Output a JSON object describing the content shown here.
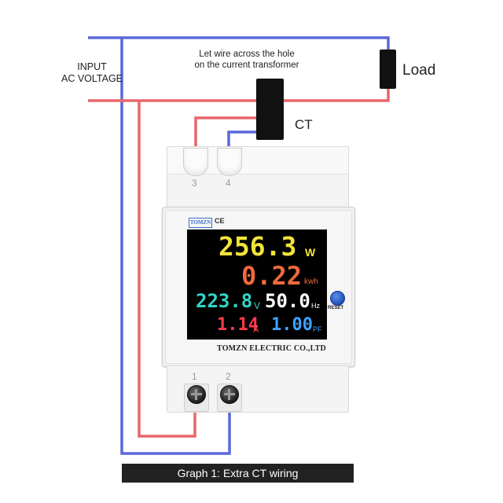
{
  "labels": {
    "input": "INPUT\nAC VOLTAGE",
    "input_line1": "INPUT",
    "input_line2": "AC VOLTAGE",
    "hint_line1": "Let wire across the hole",
    "hint_line2": "on the current transformer",
    "load": "Load",
    "ct": "CT",
    "caption": "Graph 1: Extra CT wiring"
  },
  "device": {
    "brand": "TOMZN",
    "ce": "CE",
    "maker": "TOMZN ELECTRIC CO.,LTD",
    "reset": "RESET",
    "top_terminals": [
      "3",
      "4"
    ],
    "bottom_terminals": [
      "1",
      "2"
    ],
    "display": {
      "power": {
        "value": "256.3",
        "unit": "W"
      },
      "energy": {
        "value": "0.22",
        "unit": "kwh"
      },
      "voltage": {
        "value": "223.8",
        "unit": "V"
      },
      "frequency": {
        "value": "50.0",
        "unit": "Hz"
      },
      "current": {
        "value": "1.14",
        "unit": "A"
      },
      "power_factor": {
        "value": "1.00",
        "unit": "PF"
      }
    }
  },
  "colors": {
    "live_wire": "#e8666b",
    "neutral_wire": "#5a68d8",
    "power": "#f2e53a",
    "energy": "#f06a3c",
    "voltage": "#2fd6c8",
    "frequency": "#ffffff",
    "current": "#ff3b4b",
    "power_factor": "#3fa2ff"
  }
}
